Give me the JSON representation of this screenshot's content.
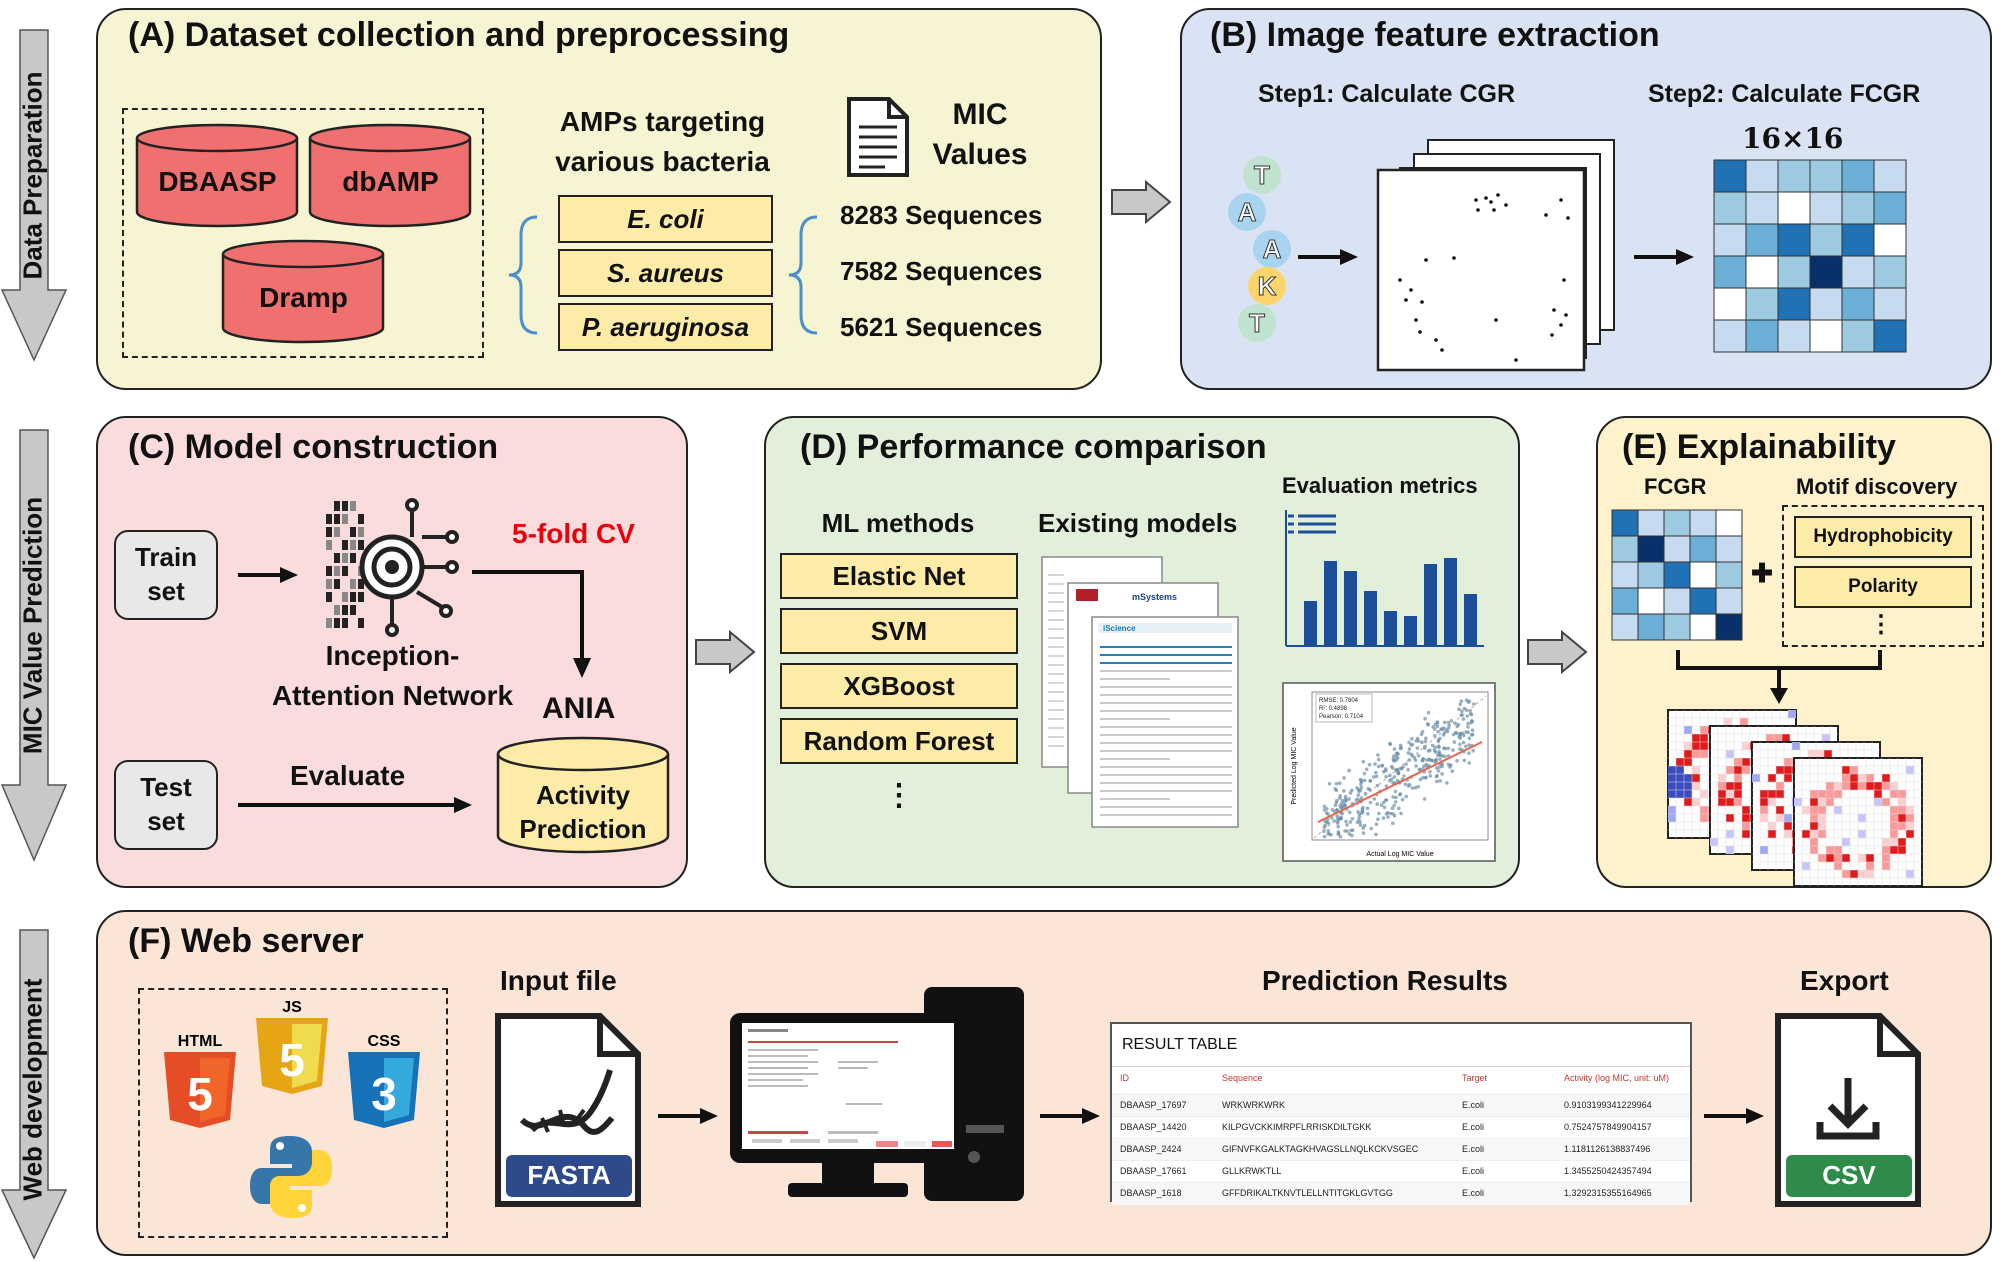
{
  "side_labels": {
    "left1": "Data Preparation",
    "left2": "MIC Value Prediction",
    "left3": "Web development"
  },
  "panel_a": {
    "title": "(A) Dataset collection and preprocessing",
    "db1": "DBAASP",
    "db2": "dbAMP",
    "db3": "Dramp",
    "amps_line1": "AMPs targeting",
    "amps_line2": "various bacteria",
    "bacteria": [
      "E. coli",
      "S. aureus",
      "P. aeruginosa"
    ],
    "mic_line1": "MIC",
    "mic_line2": "Values",
    "sequences": [
      "8283 Sequences",
      "7582 Sequences",
      "5621 Sequences"
    ]
  },
  "panel_b": {
    "title": "(B) Image feature extraction",
    "step1": "Step1: Calculate CGR",
    "step2": "Step2: Calculate FCGR",
    "fcgr_size": "16×16",
    "letters": [
      "T",
      "A",
      "A",
      "K",
      "T"
    ]
  },
  "panel_c": {
    "title": "(C) Model construction",
    "train_line1": "Train",
    "train_line2": "set",
    "test_line1": "Test",
    "test_line2": "set",
    "cv": "5-fold CV",
    "network_line1": "Inception-",
    "network_line2": "Attention Network",
    "ania": "ANIA",
    "evaluate": "Evaluate",
    "activity_line1": "Activity",
    "activity_line2": "Prediction"
  },
  "panel_d": {
    "title": "(D) Performance comparison",
    "ml_header": "ML methods",
    "existing_header": "Existing models",
    "metrics_header": "Evaluation metrics",
    "methods": [
      "Elastic Net",
      "SVM",
      "XGBoost",
      "Random Forest"
    ],
    "ellipsis": "⋮",
    "paper_brand": "iScience",
    "paper_brand2": "mSystems",
    "scatter_xlabel": "Actual Log MIC Value",
    "scatter_ylabel": "Predicted Log MIC Value",
    "stats": [
      "RMSE: 0.7804",
      "R²: 0.4898",
      "Pearson: 0.7104"
    ]
  },
  "panel_e": {
    "title": "(E) Explainability",
    "fcgr": "FCGR",
    "motif": "Motif discovery",
    "motifs": [
      "Hydrophobicity",
      "Polarity"
    ],
    "ellipsis": "⋮",
    "plus": "✚"
  },
  "panel_f": {
    "title": "(F) Web server",
    "input_file": "Input file",
    "fasta": "FASTA",
    "prediction_results": "Prediction Results",
    "export": "Export",
    "csv": "CSV",
    "html_text": "HTML",
    "js_text": "JS",
    "css_text": "CSS",
    "result_table": {
      "title": "RESULT TABLE",
      "headers": [
        "ID",
        "Sequence",
        "Target",
        "Activity (log MIC, unit: uM)"
      ],
      "rows": [
        [
          "DBAASP_17697",
          "WRKWRKWRK",
          "E.coli",
          "0.9103199341229964"
        ],
        [
          "DBAASP_14420",
          "KILPGVCKKIMRPFLRRISKDILTGKK",
          "E.coli",
          "0.7524757849904157"
        ],
        [
          "DBAASP_2424",
          "GIFNVFKGALKTAGKHVAGSLLNQLKCKVSGEC",
          "E.coli",
          "1.1181126138837496"
        ],
        [
          "DBAASP_17661",
          "GLLKRWKTLL",
          "E.coli",
          "1.3455250424357494"
        ],
        [
          "DBAASP_1618",
          "GFFDRIKALTKNVTLELLNTITGKLGVTGG",
          "E.coli",
          "1.3292315355164965"
        ]
      ]
    }
  },
  "metrics_chart": {
    "type": "bar",
    "values": [
      0.45,
      0.85,
      0.75,
      0.55,
      0.35,
      0.3,
      0.82,
      0.88,
      0.52
    ],
    "ylim": [
      0,
      1
    ]
  },
  "colors": {
    "panel_a": "#f6f4d2",
    "panel_b": "#dae3f3",
    "panel_c": "#fbdcdc",
    "panel_d": "#e2efda",
    "panel_e": "#fdf2cc",
    "panel_f": "#fbe5d6",
    "db_red": "#f07070",
    "red_text": "#e8000b",
    "fasta_blue": "#2f4a8a",
    "csv_green": "#2e8b4a"
  }
}
